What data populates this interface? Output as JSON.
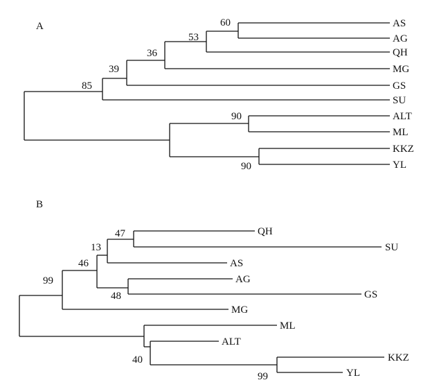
{
  "panel_a": {
    "label": "A",
    "taxa": [
      "AS",
      "AG",
      "QH",
      "MG",
      "GS",
      "SU",
      "ALT",
      "ML",
      "KKZ",
      "YL"
    ],
    "bootstrap": [
      "60",
      "53",
      "36",
      "39",
      "85",
      "90",
      "90"
    ]
  },
  "panel_b": {
    "label": "B",
    "taxa": [
      "QH",
      "SU",
      "AS",
      "AG",
      "GS",
      "MG",
      "ML",
      "ALT",
      "KKZ",
      "YL"
    ],
    "bootstrap": [
      "47",
      "13",
      "46",
      "48",
      "99",
      "40",
      "99"
    ]
  }
}
